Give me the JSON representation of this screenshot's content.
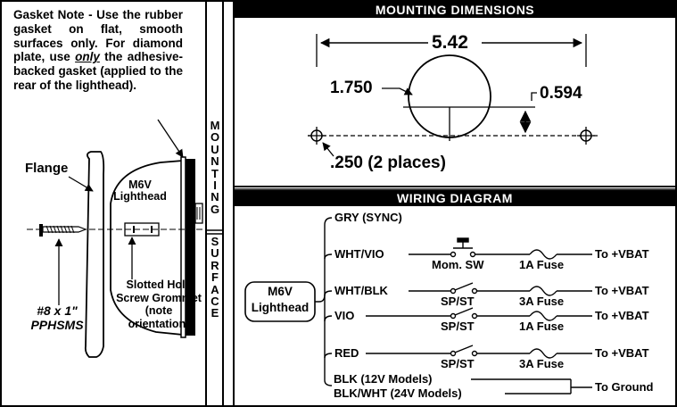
{
  "gasket_note": {
    "part1": "Gasket Note - Use the rubber gasket on flat, smooth surfaces only. For diamond plate, use ",
    "emph": "only",
    "part2": " the adhesive-backed gasket (applied to the rear of the lighthead)."
  },
  "left_labels": {
    "flange": "Flange",
    "lighthead_line1": "M6V",
    "lighthead_line2": "Lighthead",
    "screw_line1": "#8 x 1\"",
    "screw_line2": "PPHSMS",
    "grommet_line1": "Slotted Hole",
    "grommet_line2": "Screw Grommet",
    "grommet_line3": "(note orientation)"
  },
  "mounting_surface": {
    "top_letters": [
      "M",
      "O",
      "U",
      "N",
      "T",
      "I",
      "N",
      "G"
    ],
    "bottom_letters": [
      "S",
      "U",
      "R",
      "F",
      "A",
      "C",
      "E"
    ]
  },
  "mounting_dimensions": {
    "header": "MOUNTING DIMENSIONS",
    "width": "5.42",
    "diameter": "1.750",
    "offset": "0.594",
    "holes": ".250 (2 places)"
  },
  "wiring": {
    "header": "WIRING DIAGRAM",
    "device_line1": "M6V",
    "device_line2": "Lighthead",
    "wires": {
      "gry": "GRY (SYNC)",
      "wht_vio": "WHT/VIO",
      "wht_blk": "WHT/BLK",
      "vio": "VIO",
      "red": "RED",
      "blk": "BLK (12V Models)",
      "blk_wht": "BLK/WHT (24V Models)"
    },
    "switches": {
      "mom": "Mom. SW",
      "spst1": "SP/ST",
      "spst2": "SP/ST",
      "spst3": "SP/ST"
    },
    "fuses": {
      "f1": "1A Fuse",
      "f2": "3A Fuse",
      "f3": "1A Fuse",
      "f4": "3A Fuse"
    },
    "destinations": {
      "vbat1": "To +VBAT",
      "vbat2": "To +VBAT",
      "vbat3": "To +VBAT",
      "vbat4": "To +VBAT",
      "ground": "To Ground"
    }
  }
}
